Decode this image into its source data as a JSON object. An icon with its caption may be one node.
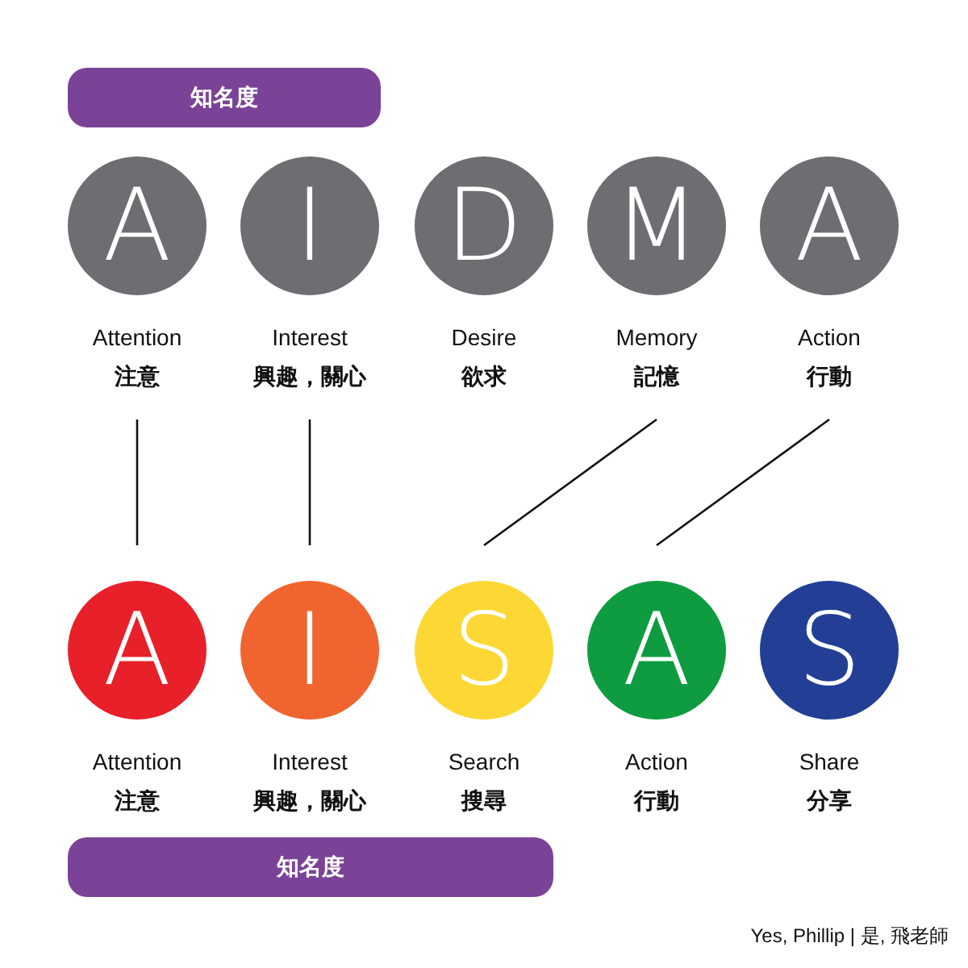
{
  "diagram": {
    "nodes": [
      {
        "text": [
          "知名度"
        ]
      },
      {
        "text": [
          "A"
        ],
        "beside": [
          "Attention",
          "注意"
        ]
      },
      {
        "text": [
          "I"
        ],
        "beside": [
          "Interest",
          "興趣，關心"
        ]
      },
      {
        "text": [
          "D"
        ],
        "beside": [
          "Desire",
          "欲求"
        ]
      },
      {
        "text": [
          "M"
        ],
        "beside": [
          "Memory",
          "記憶"
        ]
      },
      {
        "text": [
          "A"
        ],
        "beside": [
          "Action",
          "行動"
        ]
      },
      {
        "text": [
          "A"
        ],
        "beside": [
          "Attention",
          "注意"
        ]
      },
      {
        "text": [
          "I"
        ],
        "beside": [
          "Interest",
          "興趣，關心"
        ]
      },
      {
        "text": [
          "S"
        ],
        "beside": [
          "Search",
          "搜尋"
        ]
      },
      {
        "text": [
          "A"
        ],
        "beside": [
          "Action",
          "行動"
        ]
      },
      {
        "text": [
          "S"
        ],
        "beside": [
          "Share",
          "分享"
        ]
      },
      {
        "text": [
          "知名度"
        ]
      }
    ],
    "edges": [
      {
        "from": 1,
        "to": 6,
        "arrow": "none"
      },
      {
        "from": 2,
        "to": 7,
        "arrow": "none"
      },
      {
        "from": 4,
        "to": 8,
        "arrow": "none"
      },
      {
        "from": 5,
        "to": 9,
        "arrow": "none"
      }
    ],
    "labels": [
      "Yes, Phillip | 是, 飛老師"
    ]
  }
}
